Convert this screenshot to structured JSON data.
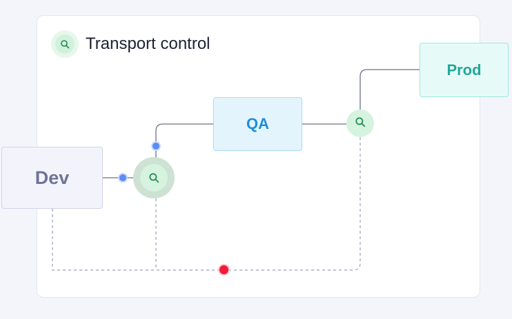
{
  "title": "Transport control",
  "nodes": {
    "dev": "Dev",
    "qa": "QA",
    "prod": "Prod"
  },
  "icons": {
    "title": "search-icon",
    "controls": "search-icon"
  },
  "colors": {
    "dev_text": "#6f7494",
    "qa_text": "#1c8fd8",
    "prod_text": "#26a69a",
    "control_fill": "#d6f3df",
    "connector_blue": "#5b8cf7",
    "connector_red": "#ee1c3a",
    "wire": "#6b7089"
  }
}
